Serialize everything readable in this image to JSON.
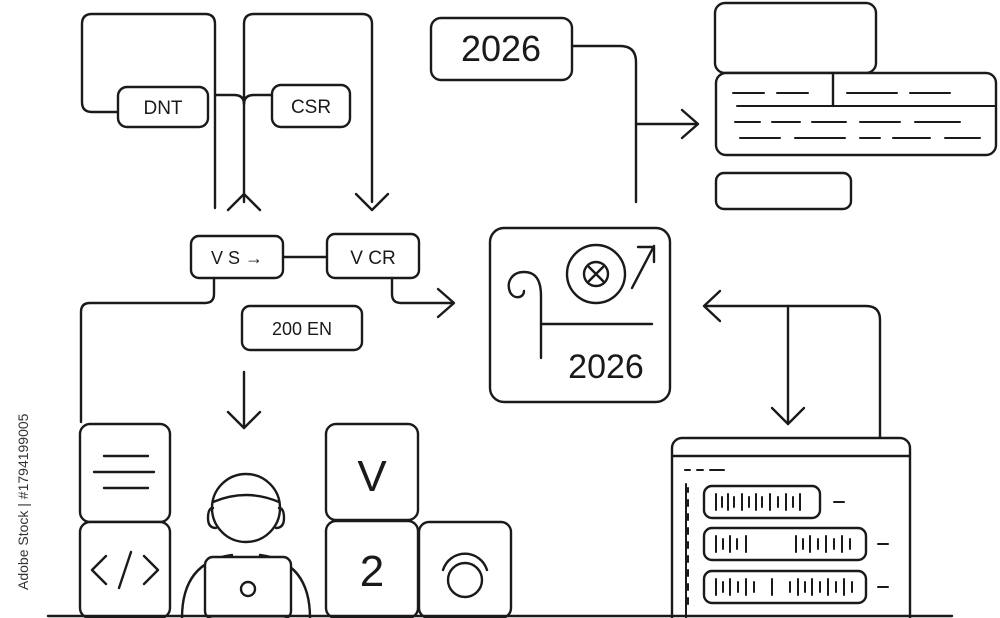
{
  "labels": {
    "dnt": "DNT",
    "csr": "CSR",
    "year_top": "2026",
    "vs": "V S →",
    "vcr": "V  CR",
    "en": "200 EN",
    "year_center": "2026",
    "letter_v": "V",
    "digit_2": "2"
  },
  "watermark": {
    "side_text": "Adobe Stock | #1794199005"
  },
  "icons": {
    "lines_tile": "lines-icon",
    "code_tile": "code-brackets-icon",
    "ring_tile": "ring-icon",
    "x_circle": "x-circle-icon",
    "arrow_up_right": "arrow-up-right-icon",
    "spiral": "spiral-icon",
    "person": "person-laptop-icon",
    "server": "server-rack-icon",
    "monitor": "monitor-icon"
  },
  "colors": {
    "stroke": "#1a1a1a",
    "background": "#ffffff"
  }
}
